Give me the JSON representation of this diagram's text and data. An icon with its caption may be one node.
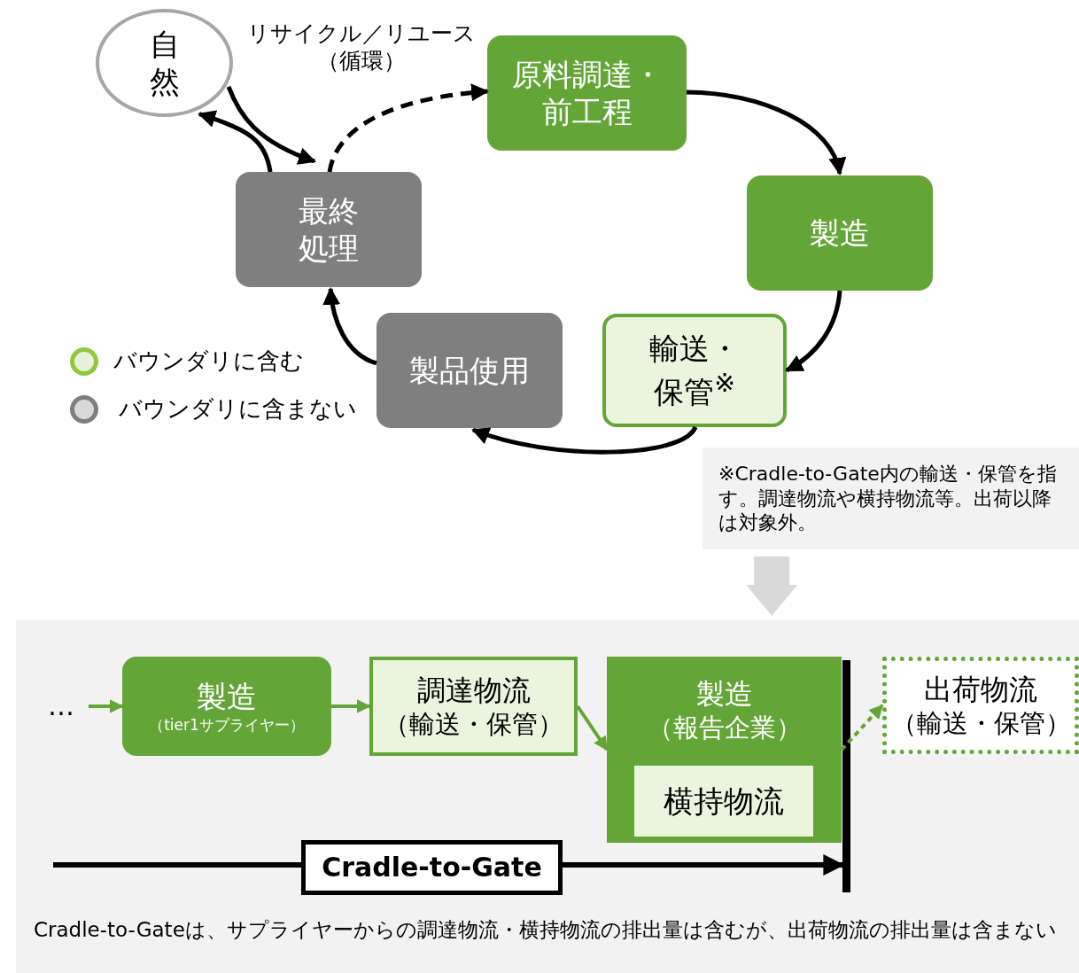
{
  "diagram": {
    "nodes": [
      {
        "text": [
          "自然"
        ]
      },
      {
        "text": [
          "原料調達・前工程"
        ]
      },
      {
        "text": [
          "製造"
        ]
      },
      {
        "text": [
          "輸送・保管$^{※}$"
        ]
      },
      {
        "text": [
          "製品使用"
        ]
      },
      {
        "text": [
          "最終処理"
        ]
      },
      {
        "text": [
          "※Cradle-to-Gate内の輸送・保管を指す。調達物流や横持物流等。出荷以降は対象外。"
        ]
      },
      {
        "text": [
          "Cradle-to-Gateは、サプライヤーからの調達物流・横持物流の排出量は含むが、出荷物流の排出量は含まない"
        ]
      },
      {
        "text": [
          "…"
        ],
        "in": 7
      },
      {
        "text": [
          "製造",
          "（tier1サプライヤー）"
        ],
        "in": 7
      },
      {
        "text": [
          "調達物流",
          "（輸送・保管）"
        ],
        "in": 7
      },
      {
        "text": [
          "製造",
          "（報告企業）"
        ],
        "in": 7
      },
      {
        "text": [
          "横持物流"
        ],
        "in": 11
      },
      {
        "text": [
          "出荷物流",
          "（輸送・保管）"
        ],
        "in": 7
      },
      {
        "text": [],
        "shape": "bar",
        "in": 7
      }
    ],
    "edges": [
      {
        "from": 5,
        "to": 0,
        "arrow": "to"
      },
      {
        "from": 0,
        "to": 5,
        "arrow": "to"
      },
      {
        "from": 5,
        "to": 1,
        "arrow": "to",
        "style": "dashed",
        "label": "リサイクル／リユース（循環）"
      },
      {
        "from": 1,
        "to": 2,
        "arrow": "to"
      },
      {
        "from": 2,
        "to": 3,
        "arrow": "to"
      },
      {
        "from": 3,
        "to": 4,
        "arrow": "to"
      },
      {
        "from": 4,
        "to": 5,
        "arrow": "to"
      },
      {
        "from": 8,
        "to": 9,
        "arrow": "to",
        "color": "#63a537"
      },
      {
        "from": 9,
        "to": 10,
        "arrow": "to",
        "color": "#63a537"
      },
      {
        "from": 10,
        "to": 11,
        "arrow": "to",
        "color": "#63a537"
      },
      {
        "from": 11,
        "to": 13,
        "arrow": "to",
        "color": "#63a537",
        "style": "dashed"
      },
      {
        "from": 6,
        "to": 7,
        "arrow": "to",
        "color": "#d9d9d9",
        "style": "thick"
      },
      {
        "from": null,
        "to": 14,
        "arrow": "to",
        "label": "Cradle-to-Gate"
      }
    ],
    "legend": [
      {
        "text": "バウンダリに含む",
        "color": "#e6f2d9"
      },
      {
        "text": "バウンダリに含まない",
        "color": "#d9d9d9"
      }
    ]
  }
}
